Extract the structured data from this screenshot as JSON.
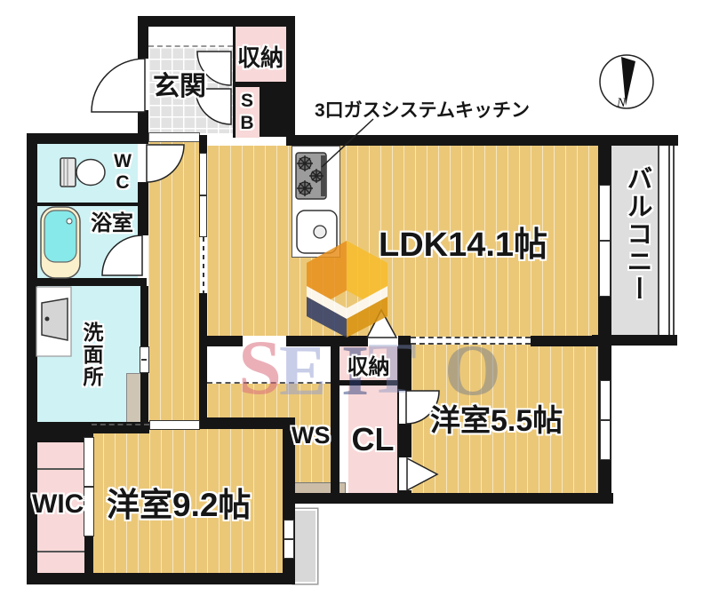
{
  "title": "apartment-floor-plan",
  "labels": {
    "genkan": "玄関",
    "storage_top": "収納",
    "sb": [
      "S",
      "B"
    ],
    "wc": [
      "W",
      "C"
    ],
    "bath": "浴室",
    "washroom": "洗面所",
    "kitchen_note": "3口ガスシステムキッチン",
    "ldk": "LDK14.1帖",
    "balcony": "バルコニー",
    "storage_mid": "収納",
    "ws": "WS",
    "cl": "CL",
    "western_room_55": "洋室5.5帖",
    "western_room_92": "洋室9.2帖",
    "wic": "WIC",
    "compass_north": "N"
  },
  "watermark": {
    "text": "SEITO",
    "letters": [
      "S",
      "E",
      "I",
      "T",
      "O"
    ]
  },
  "icons": {
    "north-compass": "circle with black needle pointing up, N at base",
    "gas-stove": "gray 3-burner cooktop",
    "kitchen-sink": "rounded rectangle with faucet circle",
    "toilet": "tank and bowl, top view",
    "bathtub": "rounded tub, top view",
    "washbasin": "basin on counter, top view",
    "door-arc": "quarter-circle swing door",
    "folding-door-triangle": "white triangle opening marker"
  },
  "colors": {
    "floor_tan": "#ebc878",
    "floor_stripe": "#f8e6ae",
    "entry_tile_gray": "#e2e2e2",
    "closet_pink": "#f8d8d8",
    "wet_area_cyan": "#cff2f4",
    "balcony_gray": "#dedede",
    "wall_black": "#151515",
    "bathtub_cyan": "#87e9e9",
    "logo_orange": "#e8901c",
    "logo_yellow": "#f7bd2b",
    "logo_navy": "#2d3a68"
  }
}
